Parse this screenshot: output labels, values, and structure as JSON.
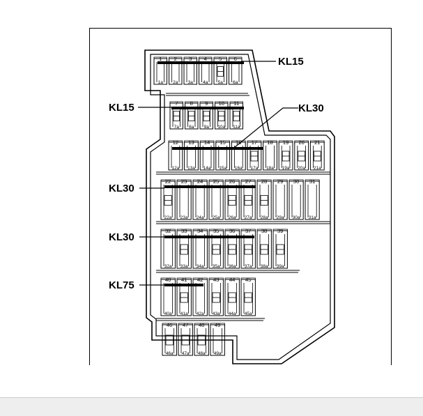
{
  "diagram": {
    "labels": [
      {
        "id": "kl15-top",
        "text": "KL15"
      },
      {
        "id": "kl15-left",
        "text": "KL15"
      },
      {
        "id": "kl30-right",
        "text": "KL30"
      },
      {
        "id": "kl30-mid",
        "text": "KL30"
      },
      {
        "id": "kl30-low",
        "text": "KL30"
      },
      {
        "id": "kl75",
        "text": "KL75"
      }
    ],
    "rows": [
      {
        "fuses": [
          "1",
          "2",
          "3",
          "4",
          "5",
          "6"
        ],
        "subs": [
          "1a",
          "2a",
          "3a",
          "4a",
          "5a",
          "6a"
        ]
      },
      {
        "fuses": [
          "7",
          "8",
          "9",
          "10",
          "11"
        ],
        "subs": [
          "7a",
          "8a",
          "9a",
          "10a",
          "11a"
        ]
      },
      {
        "fuses": [
          "12",
          "13",
          "14",
          "15",
          "16",
          "17",
          "18",
          "19",
          "20",
          "21"
        ],
        "subs": [
          "12a",
          "13a",
          "14a",
          "15a",
          "16a",
          "17a",
          "18a",
          "19a",
          "20a",
          "21a"
        ]
      },
      {
        "fuses": [
          "22",
          "23",
          "24",
          "25",
          "26",
          "27",
          "28",
          "29",
          "30",
          "31"
        ],
        "subs": [
          "22a",
          "23a",
          "24a",
          "25a",
          "26a",
          "27a",
          "28a",
          "29a",
          "30a",
          "31a"
        ]
      },
      {
        "fuses": [
          "32",
          "33",
          "34",
          "35",
          "36",
          "37",
          "38",
          "39"
        ],
        "subs": [
          "32a",
          "33a",
          "34a",
          "35a",
          "36a",
          "37a",
          "38a",
          "39a"
        ]
      },
      {
        "fuses": [
          "40",
          "41",
          "42",
          "43",
          "44",
          "45"
        ],
        "subs": [
          "40a",
          "41a",
          "42a",
          "43a",
          "44a",
          "45a"
        ]
      },
      {
        "fuses": [
          "46",
          "47",
          "48",
          "49"
        ],
        "subs": [
          "46a",
          "47a",
          "48a",
          "49a"
        ]
      }
    ]
  }
}
